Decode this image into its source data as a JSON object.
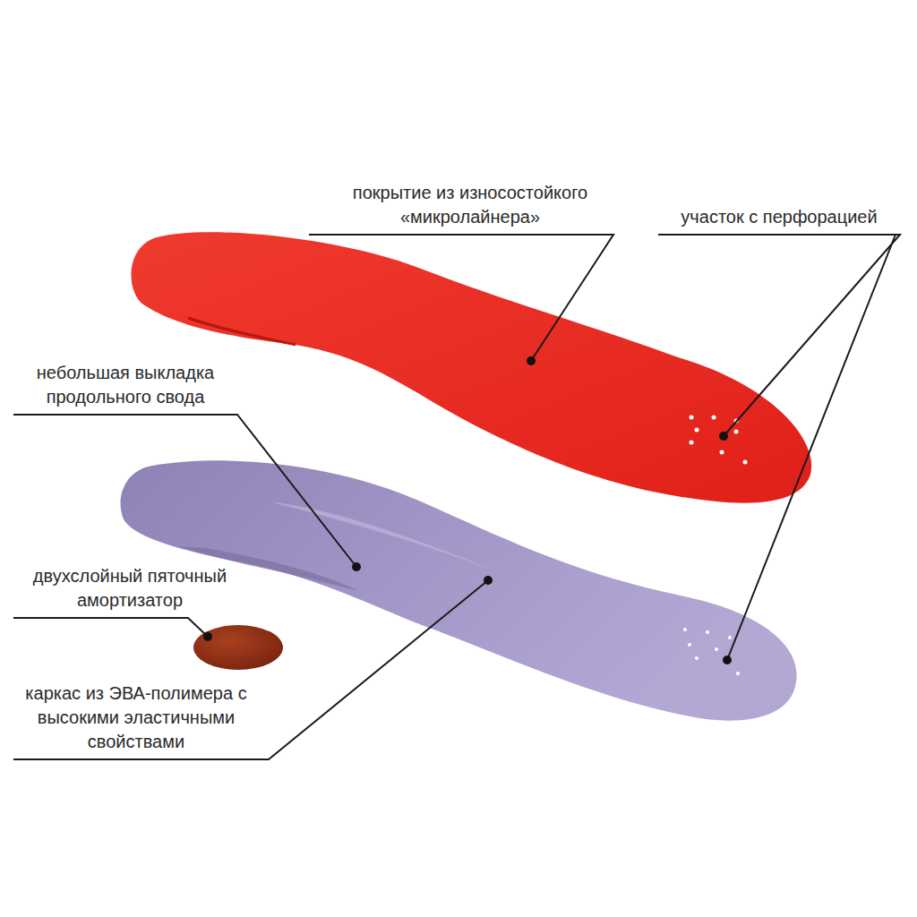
{
  "diagram": {
    "labels": [
      "покрытие из износостойкого «микролайнера»",
      "участок с перфорацией",
      "небольшая выкладка продольного свода",
      "двухслойный пяточный амортизатор",
      "каркас из ЭВА-полимера с высокими эластичными свойствами"
    ]
  }
}
